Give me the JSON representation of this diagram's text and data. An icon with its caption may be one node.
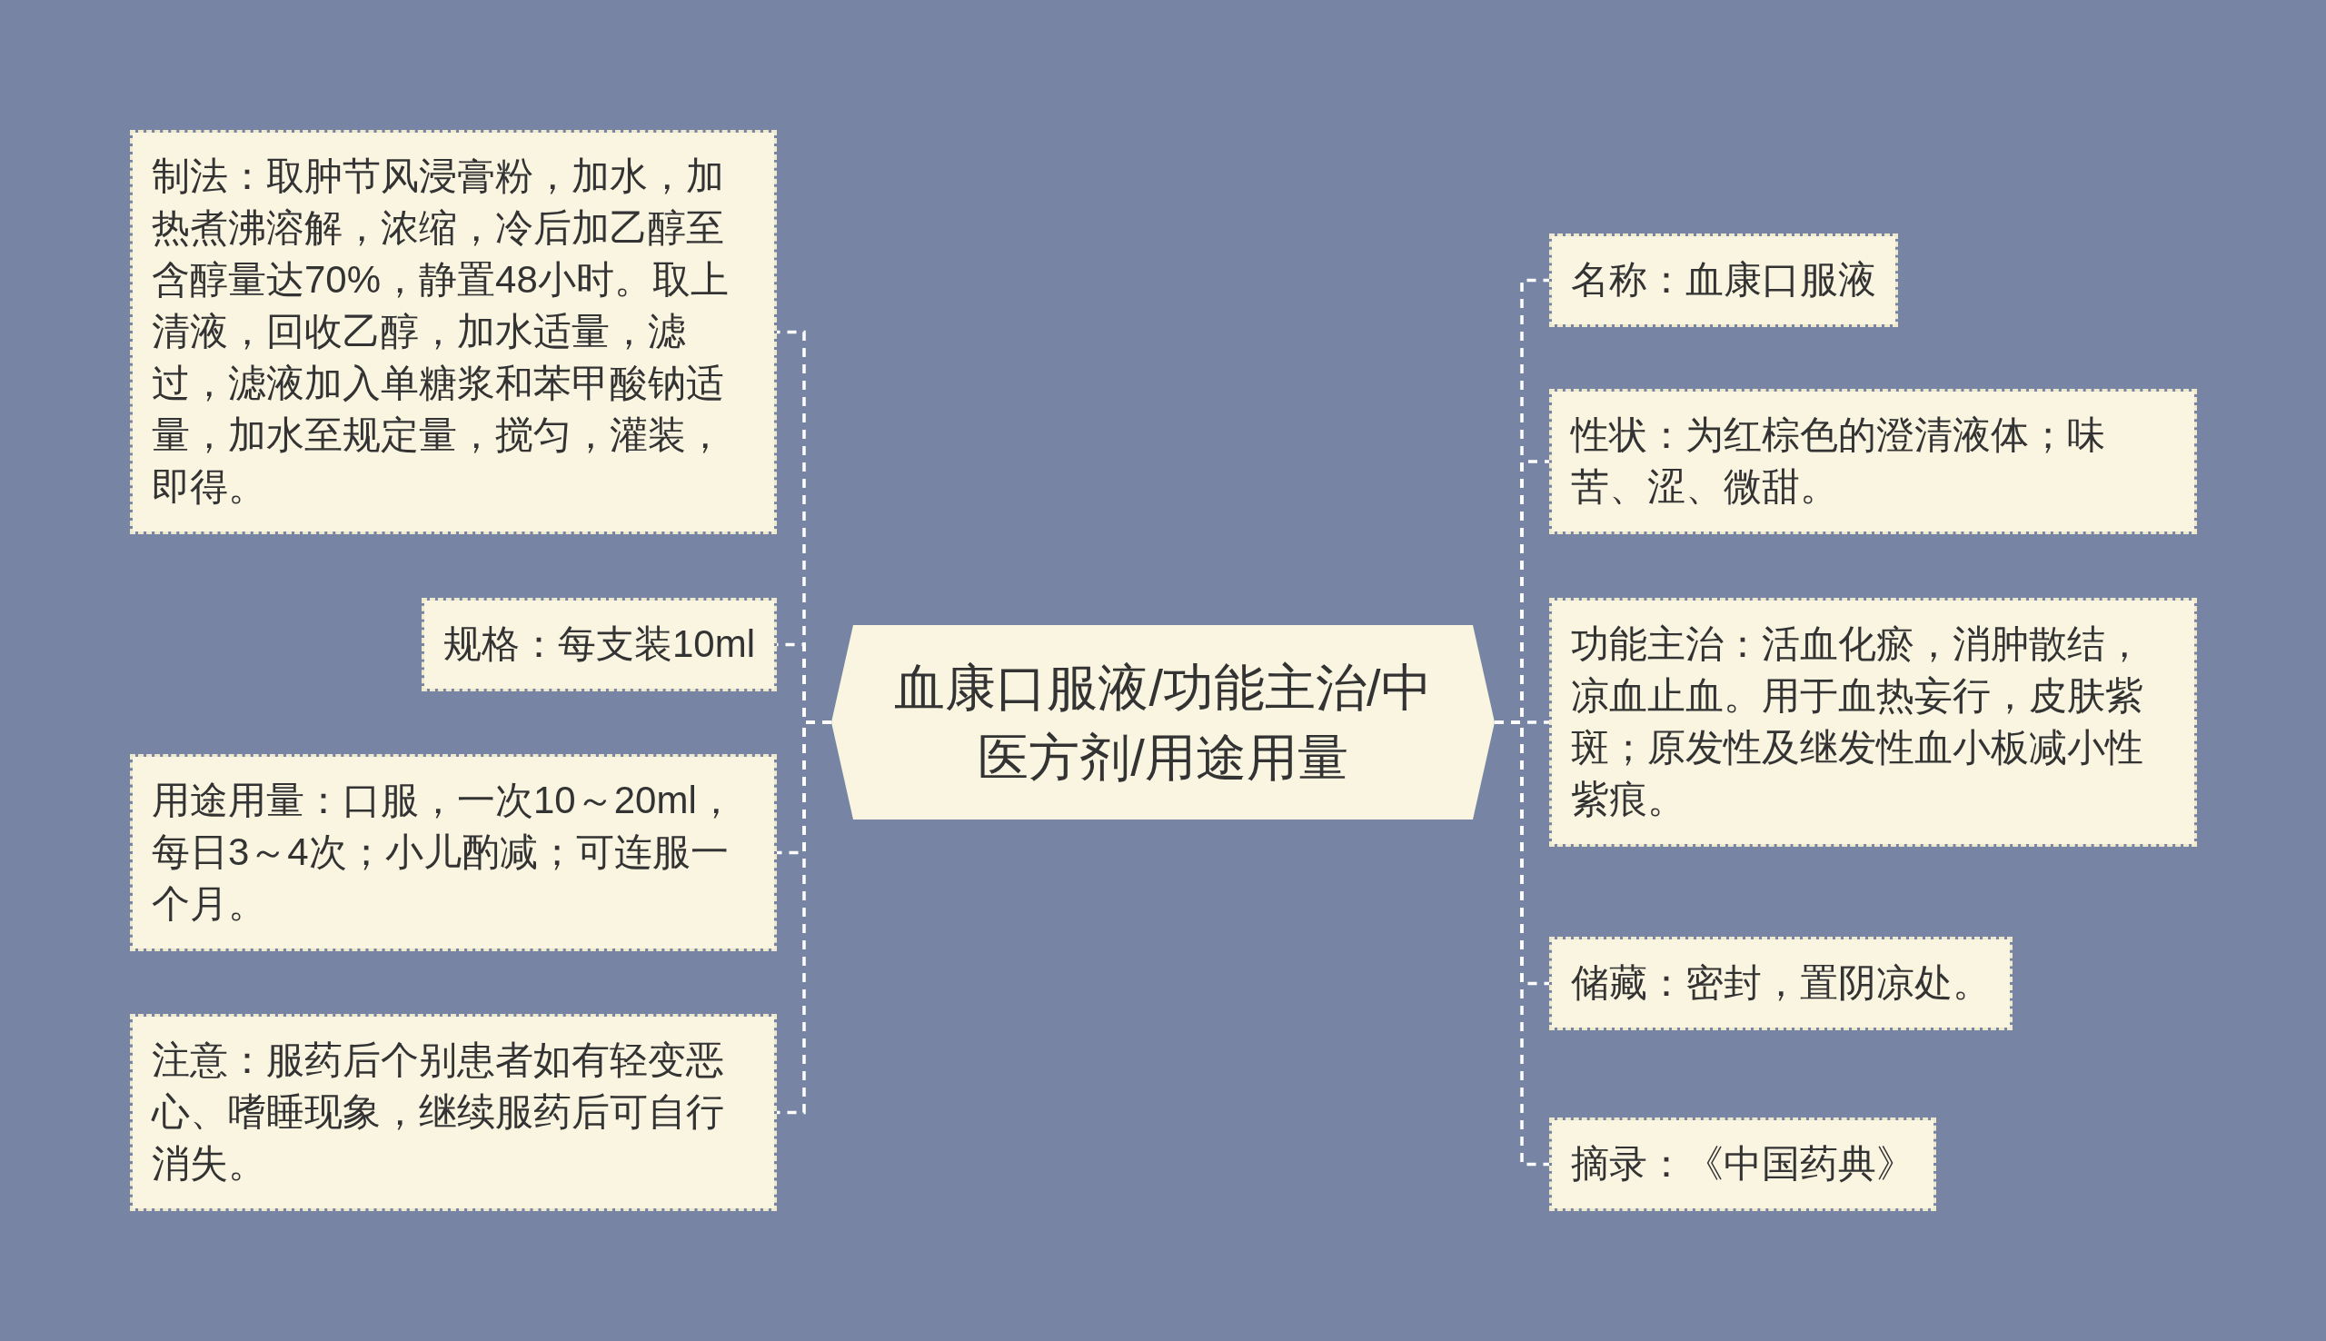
{
  "diagram": {
    "nodes": [
      {
        "text": [
          "血康口服液/功能主治/中医方剂/用途用量"
        ]
      },
      {
        "text": [
          "制法：取肿节风浸膏粉，加水，加热煮沸溶解，浓缩，冷后加乙醇至含醇量达70%，静置48小时。取上清液，回收乙醇，加水适量，滤过，滤液加入单糖浆和苯甲酸钠适量，加水至规定量，搅匀，灌装，即得。"
        ]
      },
      {
        "text": [
          "规格：每支装10ml"
        ]
      },
      {
        "text": [
          "用途用量：口服，一次10～20ml，每日3～4次；小儿酌减；可连服一个月。"
        ]
      },
      {
        "text": [
          "注意：服药后个别患者如有轻变恶心、嗜睡现象，继续服药后可自行消失。"
        ]
      },
      {
        "text": [
          "名称：血康口服液"
        ]
      },
      {
        "text": [
          "性状：为红棕色的澄清液体；味苦、涩、微甜。"
        ]
      },
      {
        "text": [
          "功能主治：活血化瘀，消肿散结，凉血止血。用于血热妄行，皮肤紫斑；原发性及继发性血小板减小性紫痕。"
        ]
      },
      {
        "text": [
          "储藏：密封，置阴凉处。"
        ]
      },
      {
        "text": [
          "摘录：《中国药典》"
        ]
      }
    ],
    "edges": [
      {
        "from": 0,
        "to": 1,
        "arrow": "none",
        "style": "dashed"
      },
      {
        "from": 0,
        "to": 2,
        "arrow": "none",
        "style": "dashed"
      },
      {
        "from": 0,
        "to": 3,
        "arrow": "none",
        "style": "dashed"
      },
      {
        "from": 0,
        "to": 4,
        "arrow": "none",
        "style": "dashed"
      },
      {
        "from": 0,
        "to": 5,
        "arrow": "none",
        "style": "dashed"
      },
      {
        "from": 0,
        "to": 6,
        "arrow": "none",
        "style": "dashed"
      },
      {
        "from": 0,
        "to": 7,
        "arrow": "none",
        "style": "dashed"
      },
      {
        "from": 0,
        "to": 8,
        "arrow": "none",
        "style": "dashed"
      },
      {
        "from": 0,
        "to": 9,
        "arrow": "none",
        "style": "dashed"
      }
    ]
  }
}
